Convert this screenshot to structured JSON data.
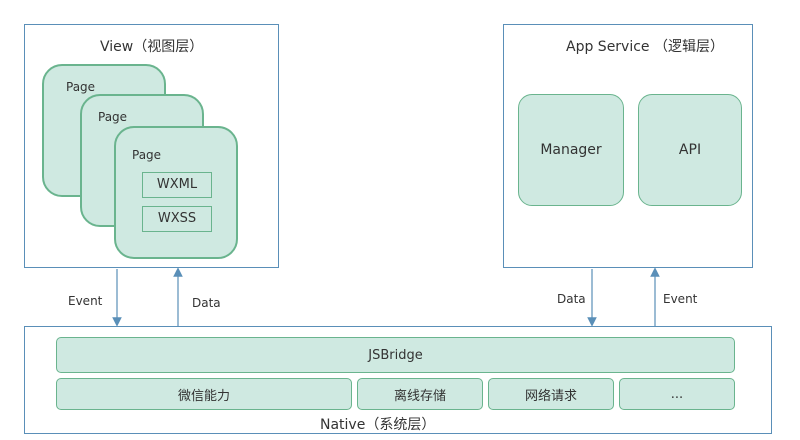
{
  "view_panel": {
    "title": "View（视图层）",
    "pages": [
      "Page",
      "Page",
      "Page"
    ],
    "tags": [
      "WXML",
      "WXSS"
    ]
  },
  "app_panel": {
    "title": "App Service （逻辑层）",
    "boxes": [
      "Manager",
      "API"
    ]
  },
  "native_panel": {
    "title": "Native（系统层）",
    "bridge": "JSBridge",
    "modules": [
      "微信能力",
      "离线存储",
      "网络请求",
      "..."
    ]
  },
  "arrows": {
    "view_event": "Event",
    "view_data": "Data",
    "app_data": "Data",
    "app_event": "Event"
  },
  "colors": {
    "panel_border": "#5a8fb8",
    "box_fill": "#cfe9e1",
    "box_border": "#6ab48e"
  }
}
